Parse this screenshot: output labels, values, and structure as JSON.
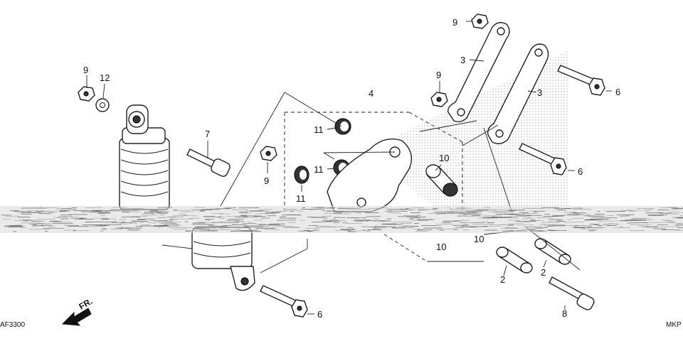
{
  "diagram": {
    "code_left": "AF3300",
    "code_right": "MKP",
    "direction_label": "FR.",
    "callouts": [
      {
        "id": "c9a",
        "text": "9"
      },
      {
        "id": "c12",
        "text": "12"
      },
      {
        "id": "c7",
        "text": "7"
      },
      {
        "id": "c9b",
        "text": "9"
      },
      {
        "id": "c11a",
        "text": "11"
      },
      {
        "id": "c11b",
        "text": "11"
      },
      {
        "id": "c11c",
        "text": "11"
      },
      {
        "id": "c4",
        "text": "4"
      },
      {
        "id": "c10a",
        "text": "10"
      },
      {
        "id": "c10b",
        "text": "10"
      },
      {
        "id": "c10c",
        "text": "10"
      },
      {
        "id": "c9c",
        "text": "9"
      },
      {
        "id": "c9d",
        "text": "9"
      },
      {
        "id": "c3a",
        "text": "3"
      },
      {
        "id": "c3b",
        "text": "3"
      },
      {
        "id": "c6a",
        "text": "6"
      },
      {
        "id": "c6b",
        "text": "6"
      },
      {
        "id": "c6c",
        "text": "6"
      },
      {
        "id": "c2a",
        "text": "2"
      },
      {
        "id": "c2b",
        "text": "2"
      },
      {
        "id": "c8",
        "text": "8"
      }
    ]
  }
}
